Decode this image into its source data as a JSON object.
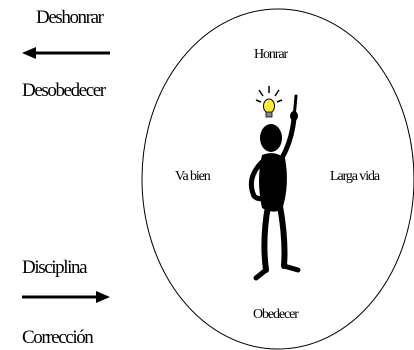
{
  "left_labels": {
    "top": "Deshonrar",
    "upper_middle": "Desobedecer",
    "lower_middle": "Disciplina",
    "bottom": "Corrección"
  },
  "circle_labels": {
    "top": "Honrar",
    "left": "Va bien",
    "right": "Larga vida",
    "bottom": "Obedecer"
  },
  "icons": [
    "arrow-left-icon",
    "arrow-right-icon",
    "lightbulb-icon",
    "thinking-figure-icon"
  ],
  "colors": {
    "lightbulb": "#ffeb3b",
    "figure": "#000000",
    "line": "#000000"
  }
}
